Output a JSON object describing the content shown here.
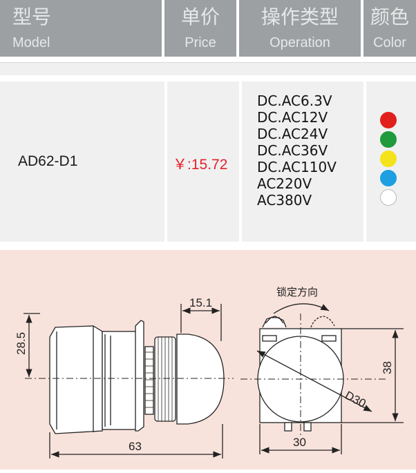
{
  "header": {
    "model_cn": "型号",
    "model_en": "Model",
    "price_cn": "单价",
    "price_en": "Price",
    "op_cn": "操作类型",
    "op_en": "Operation",
    "color_cn": "颜色",
    "color_en": "Color"
  },
  "product": {
    "model": "AD62-D1",
    "price": "￥:15.72",
    "operations": [
      "DC.AC6.3V",
      "DC.AC12V",
      "DC.AC24V",
      "DC.AC36V",
      "DC.AC110V",
      "AC220V",
      "AC380V"
    ],
    "colors": [
      {
        "name": "red",
        "hex": "#e0201c"
      },
      {
        "name": "green",
        "hex": "#1f9a3c"
      },
      {
        "name": "yellow",
        "hex": "#f4e21b"
      },
      {
        "name": "blue",
        "hex": "#1d9fe2"
      },
      {
        "name": "white",
        "hex": "#ffffff"
      }
    ]
  },
  "drawing": {
    "dim_15_1": "15.1",
    "dim_28_5": "28.5",
    "dim_63": "63",
    "lock_label": "锁定方向",
    "dim_38": "38",
    "dim_d30": "D30",
    "dim_30": "30"
  }
}
